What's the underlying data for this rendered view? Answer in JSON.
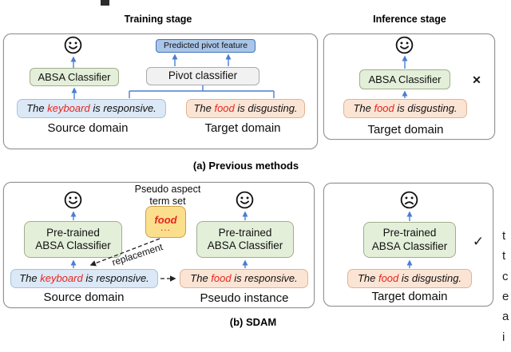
{
  "colors": {
    "arrow_blue": "#4a7ed2",
    "aspect_red": "#e8241f",
    "classifier_green_fill": "#e4efda",
    "sentence_blue_fill": "#dbe8f6",
    "sentence_orange_fill": "#fbe4d4",
    "pseudo_yellow_fill": "#fcdf8d",
    "pivot_feature_blue_fill": "#a9c5e8",
    "pivot_gray_fill": "#f1f1f1"
  },
  "titles": {
    "training": "Training stage",
    "inference": "Inference stage"
  },
  "captions": {
    "a": "(a) Previous methods",
    "b": "(b) SDAM"
  },
  "panel_a_left": {
    "classifier": "ABSA Classifier",
    "pivot_classifier": "Pivot classifier",
    "predicted_pivot_feature": "Predicted pivot feature",
    "source_sentence": {
      "pre": "The ",
      "aspect": "keyboard",
      "post": " is responsive."
    },
    "target_sentence": {
      "pre": "The ",
      "aspect": "food",
      "post": " is disgusting."
    },
    "source_label": "Source domain",
    "target_label": "Target domain"
  },
  "panel_a_right": {
    "classifier": "ABSA Classifier",
    "sentence": {
      "pre": "The ",
      "aspect": "food",
      "post": " is disgusting."
    },
    "label": "Target domain",
    "mark": "✕"
  },
  "panel_b_left": {
    "classifier_line1": "Pre-trained",
    "classifier_line2": "ABSA Classifier",
    "pseudo_set_title_line1": "Pseudo aspect",
    "pseudo_set_title_line2": "term set",
    "pseudo_term": "food",
    "pseudo_term_ellipsis": "...",
    "replacement_label": "replacement",
    "source_sentence": {
      "pre": "The ",
      "aspect": "keyboard",
      "post": " is responsive."
    },
    "pseudo_sentence": {
      "pre": "The ",
      "aspect": "food",
      "post": " is responsive."
    },
    "source_label": "Source domain",
    "pseudo_label": "Pseudo instance"
  },
  "panel_b_right": {
    "classifier_line1": "Pre-trained",
    "classifier_line2": "ABSA Classifier",
    "sentence": {
      "pre": "The ",
      "aspect": "food",
      "post": " is disgusting."
    },
    "label": "Target domain",
    "mark": "✓"
  },
  "edge_fragments": [
    "t",
    "t",
    "c",
    "e",
    "a",
    "i"
  ]
}
